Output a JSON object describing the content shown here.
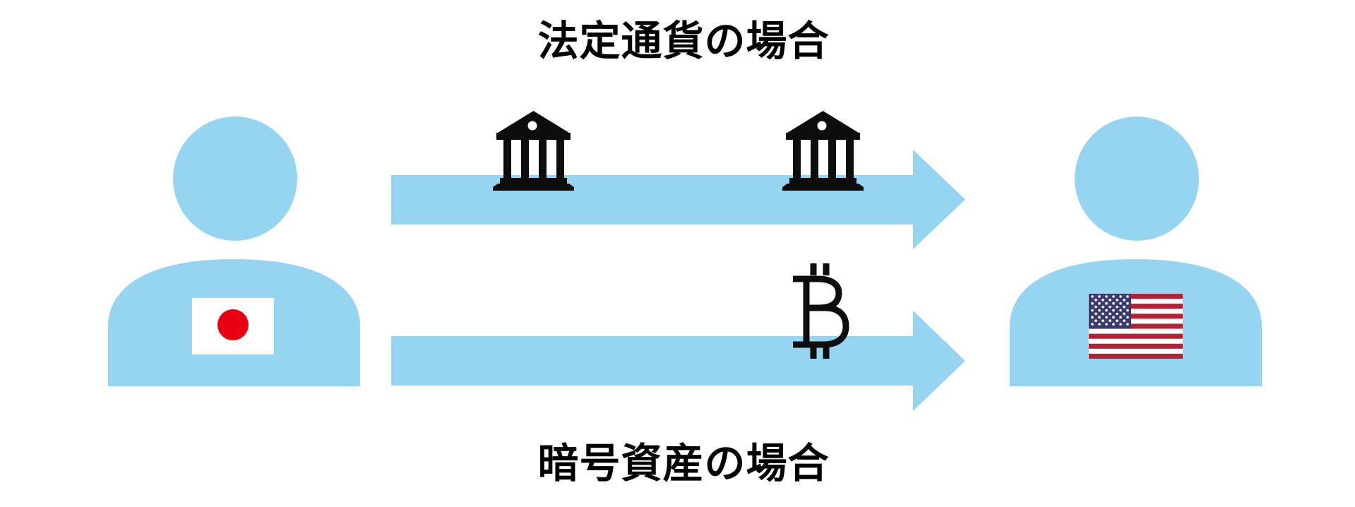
{
  "titles": {
    "fiat": "法定通貨の場合",
    "crypto": "暗号資産の場合"
  },
  "actors": {
    "sender": {
      "figure": "person-silhouette",
      "flag_icon": "japan-flag-icon",
      "country": "Japan"
    },
    "receiver": {
      "figure": "person-silhouette",
      "flag_icon": "us-flag-icon",
      "country": "United States"
    }
  },
  "flows": [
    {
      "name": "fiat-transfer",
      "label_ref": "titles.fiat",
      "direction": "left-to-right",
      "icons": [
        "bank-icon",
        "bank-icon"
      ]
    },
    {
      "name": "crypto-transfer",
      "label_ref": "titles.crypto",
      "direction": "left-to-right",
      "icons": [
        "bitcoin-icon"
      ]
    }
  ],
  "colors": {
    "figure_blue": "#95d5f1",
    "icon_black": "#0d0d0d",
    "japan_red": "#e60012",
    "us_red": "#b22234",
    "us_blue": "#3c3b6e",
    "background": "#ffffff",
    "title_text": "#000000"
  }
}
